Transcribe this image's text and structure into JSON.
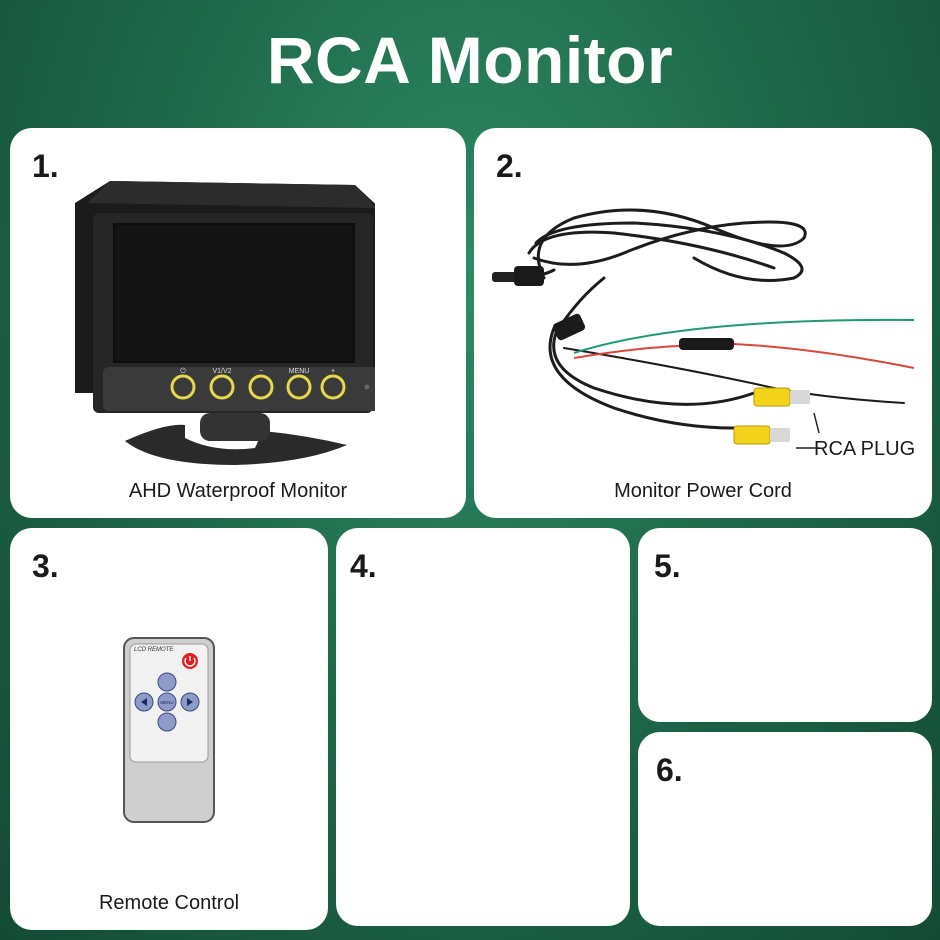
{
  "title": "RCA Monitor",
  "panels": [
    {
      "number": "1.",
      "caption": "AHD Waterproof Monitor",
      "image": "monitor-icon",
      "monitor_button_labels": [
        "⏻",
        "V1/V2",
        "−",
        "MENU",
        "+"
      ]
    },
    {
      "number": "2.",
      "caption": "Monitor Power Cord",
      "image": "power-cord-icon",
      "callout": "RCA PLUG"
    },
    {
      "number": "3.",
      "caption": "Remote Control",
      "image": "remote-control-icon",
      "remote_header": "LCD REMOTE",
      "remote_center_label": "MENU"
    },
    {
      "number": "4."
    },
    {
      "number": "5."
    },
    {
      "number": "6."
    }
  ],
  "colors": {
    "background": "#1f6b4c",
    "card": "#ffffff",
    "button_ring": "#e6d84a",
    "rca_yellow": "#f2d21b"
  }
}
